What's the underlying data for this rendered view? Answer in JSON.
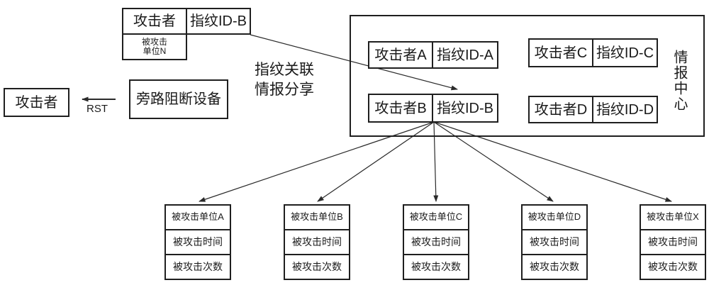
{
  "colors": {
    "background": "#ffffff",
    "line": "#2a2a2a",
    "border": "#1f1f1f",
    "text": "#1a1a1a"
  },
  "nodes": {
    "top_attacker": {
      "attacker": "攻击者",
      "fingerprint": "指纹ID-B",
      "victim_line1": "被攻击",
      "victim_line2": "单位N"
    },
    "left_attacker": {
      "label": "攻击者"
    },
    "rst": {
      "label": "RST"
    },
    "bypass_device": {
      "label": "旁路阻断设备"
    },
    "share_note": {
      "line1": "指纹关联",
      "line2": "情报分享"
    },
    "intel_center": {
      "title": "情报中心",
      "entries": [
        {
          "attacker": "攻击者A",
          "fingerprint": "指纹ID-A"
        },
        {
          "attacker": "攻击者C",
          "fingerprint": "指纹ID-C"
        },
        {
          "attacker": "攻击者B",
          "fingerprint": "指纹ID-B"
        },
        {
          "attacker": "攻击者D",
          "fingerprint": "指纹ID-D"
        }
      ]
    },
    "victims": [
      {
        "unit": "被攻击单位A",
        "time": "被攻击时间",
        "count": "被攻击次数"
      },
      {
        "unit": "被攻击单位B",
        "time": "被攻击时间",
        "count": "被攻击次数"
      },
      {
        "unit": "被攻击单位C",
        "time": "被攻击时间",
        "count": "被攻击次数"
      },
      {
        "unit": "被攻击单位D",
        "time": "被攻击时间",
        "count": "被攻击次数"
      },
      {
        "unit": "被攻击单位X",
        "time": "被攻击时间",
        "count": "被攻击次数"
      }
    ]
  }
}
